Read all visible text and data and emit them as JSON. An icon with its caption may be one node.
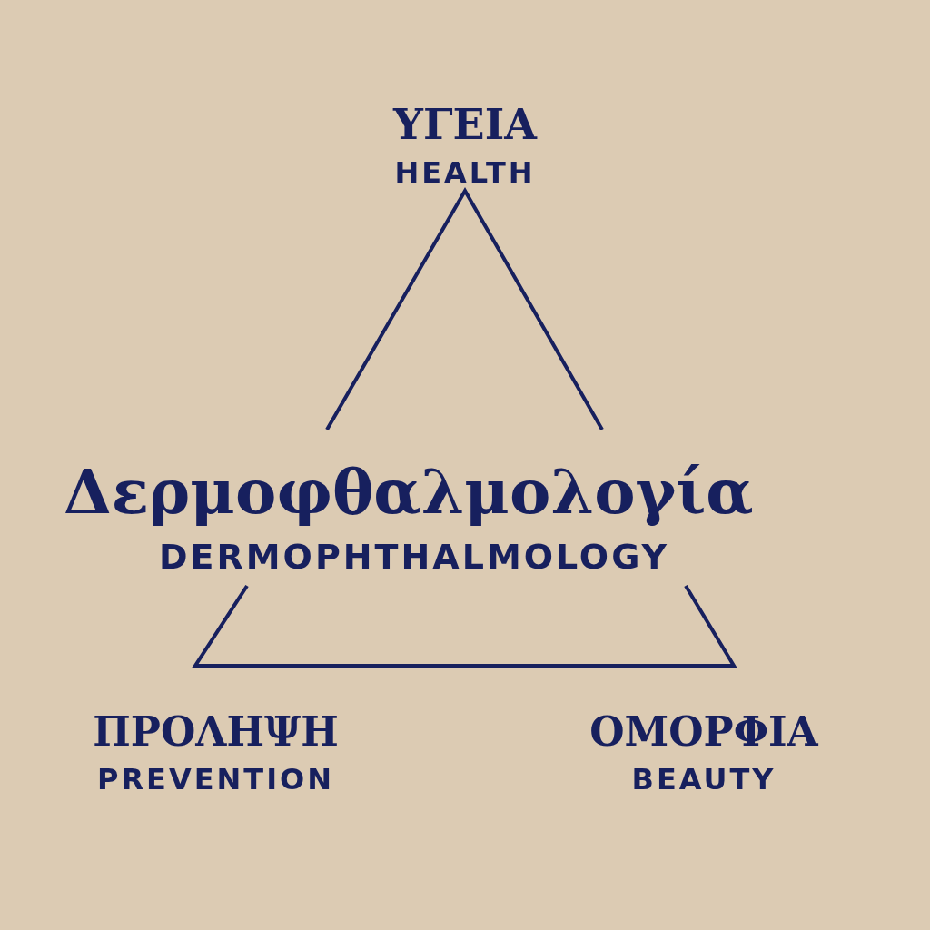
{
  "diagram": {
    "nodes": [
      {
        "text": [
          "ΥΓΕΙΑ",
          "HEALTH"
        ]
      },
      {
        "text": [
          "ΠΡΟΛΗΨΗ",
          "PREVENTION"
        ]
      },
      {
        "text": [
          "ΟΜΟΡΦΙΑ",
          "BEAUTY"
        ]
      },
      {
        "text": [
          "Δερμοφθαλμολογία",
          "DERMOPHTHALMOLOGY"
        ]
      }
    ]
  }
}
